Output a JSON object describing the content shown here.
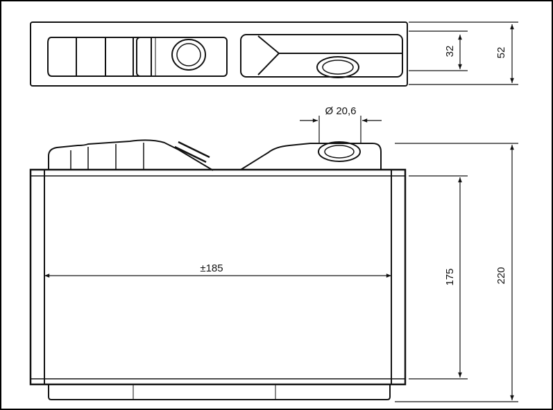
{
  "drawing": {
    "dimensions": {
      "inner_height_top": "32",
      "outer_height_top": "52",
      "pipe_diameter": "Ø 20,6",
      "width": "±185",
      "core_height": "175",
      "total_height": "220"
    },
    "line_color": "#111111",
    "background": "#ffffff"
  }
}
